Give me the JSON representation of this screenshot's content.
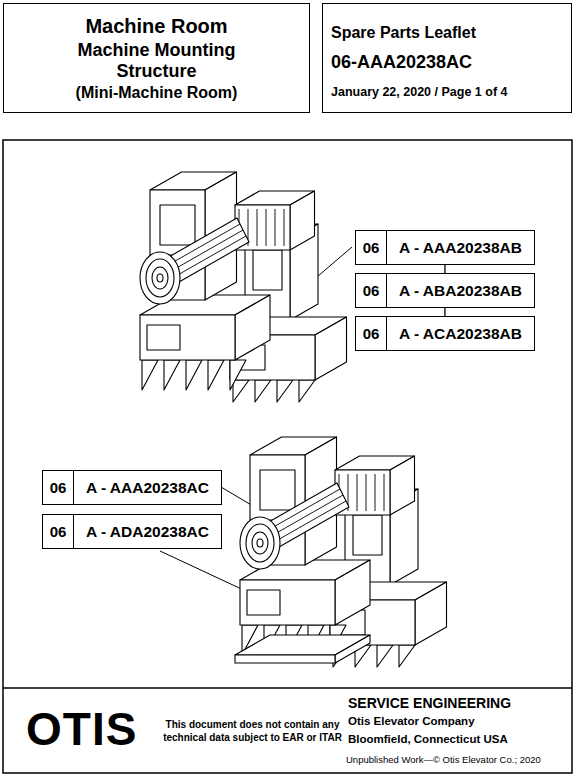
{
  "diagram": {
    "nodes": [
      {
        "text": [
          "Machine Room",
          "Machine Mounting Structure",
          "(Mini-Machine Room)"
        ]
      },
      {
        "text": [
          "Spare Parts Leaflet",
          "06-AAA20238AC",
          "January 22, 2020 / Page 1 of 4"
        ]
      },
      {
        "text": [
          "06",
          "A - AAA20238AB"
        ]
      },
      {
        "text": [
          "06",
          "A - ABA20238AB"
        ]
      },
      {
        "text": [
          "06",
          "A - ACA20238AB"
        ]
      },
      {
        "text": [
          "06",
          "A - AAA20238AC"
        ]
      },
      {
        "text": [
          "06",
          "A - ADA20238AC"
        ]
      }
    ],
    "edges": [
      {
        "from": 2,
        "to": 3,
        "arrow": "none"
      },
      {
        "from": 3,
        "to": 4,
        "arrow": "none"
      }
    ],
    "labels": [
      "OTIS",
      "This document does not contain any technical data subject to EAR or ITAR",
      "SERVICE ENGINEERING",
      "Otis Elevator Company",
      "Bloomfield, Connecticut USA",
      "Unpublished Work—© Otis Elevator Co.; 2020"
    ]
  }
}
